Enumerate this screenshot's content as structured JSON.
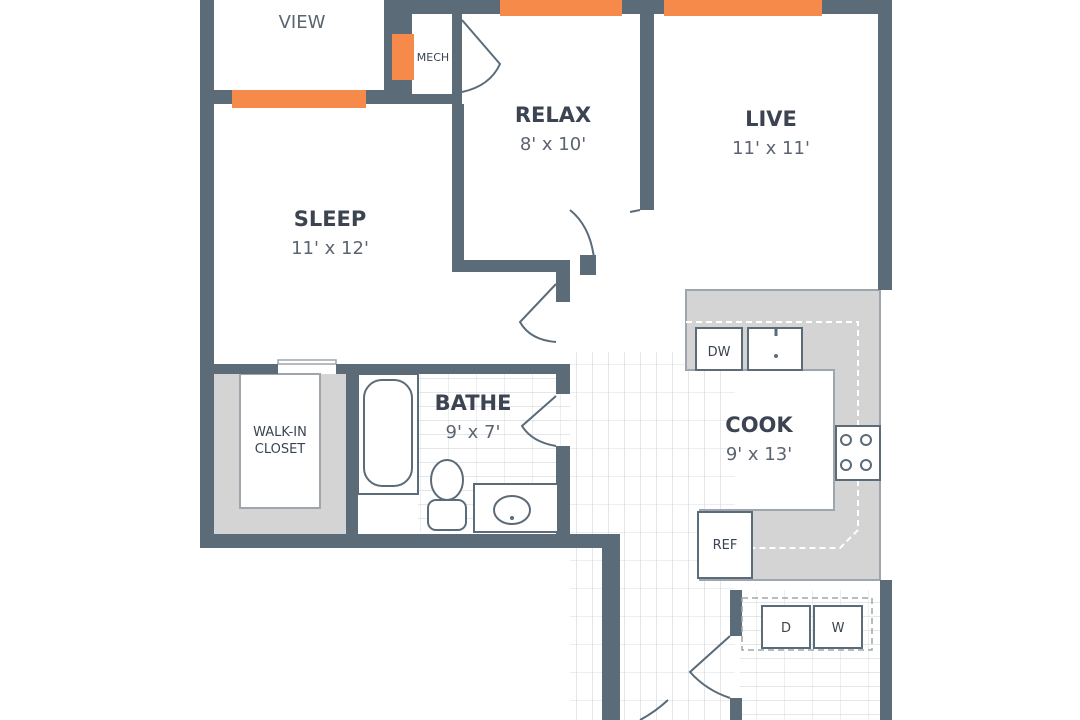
{
  "rooms": {
    "view": {
      "name": "VIEW"
    },
    "mech": {
      "name": "MECH"
    },
    "relax": {
      "name": "RELAX",
      "dims": "8' x 10'"
    },
    "live": {
      "name": "LIVE",
      "dims": "11' x 11'"
    },
    "sleep": {
      "name": "SLEEP",
      "dims": "11' x 12'"
    },
    "closet": {
      "line1": "WALK-IN",
      "line2": "CLOSET"
    },
    "bathe": {
      "name": "BATHE",
      "dims": "9' x 7'"
    },
    "cook": {
      "name": "COOK",
      "dims": "9' x 13'"
    }
  },
  "appliances": {
    "dishwasher": "DW",
    "refrigerator": "REF",
    "dryer": "D",
    "washer": "W"
  },
  "colors": {
    "wall": "#5c6b78",
    "window": "#f58a4b",
    "counter": "#d4d4d4",
    "floor_line": "#c8ced4",
    "text": "#3b4450"
  }
}
